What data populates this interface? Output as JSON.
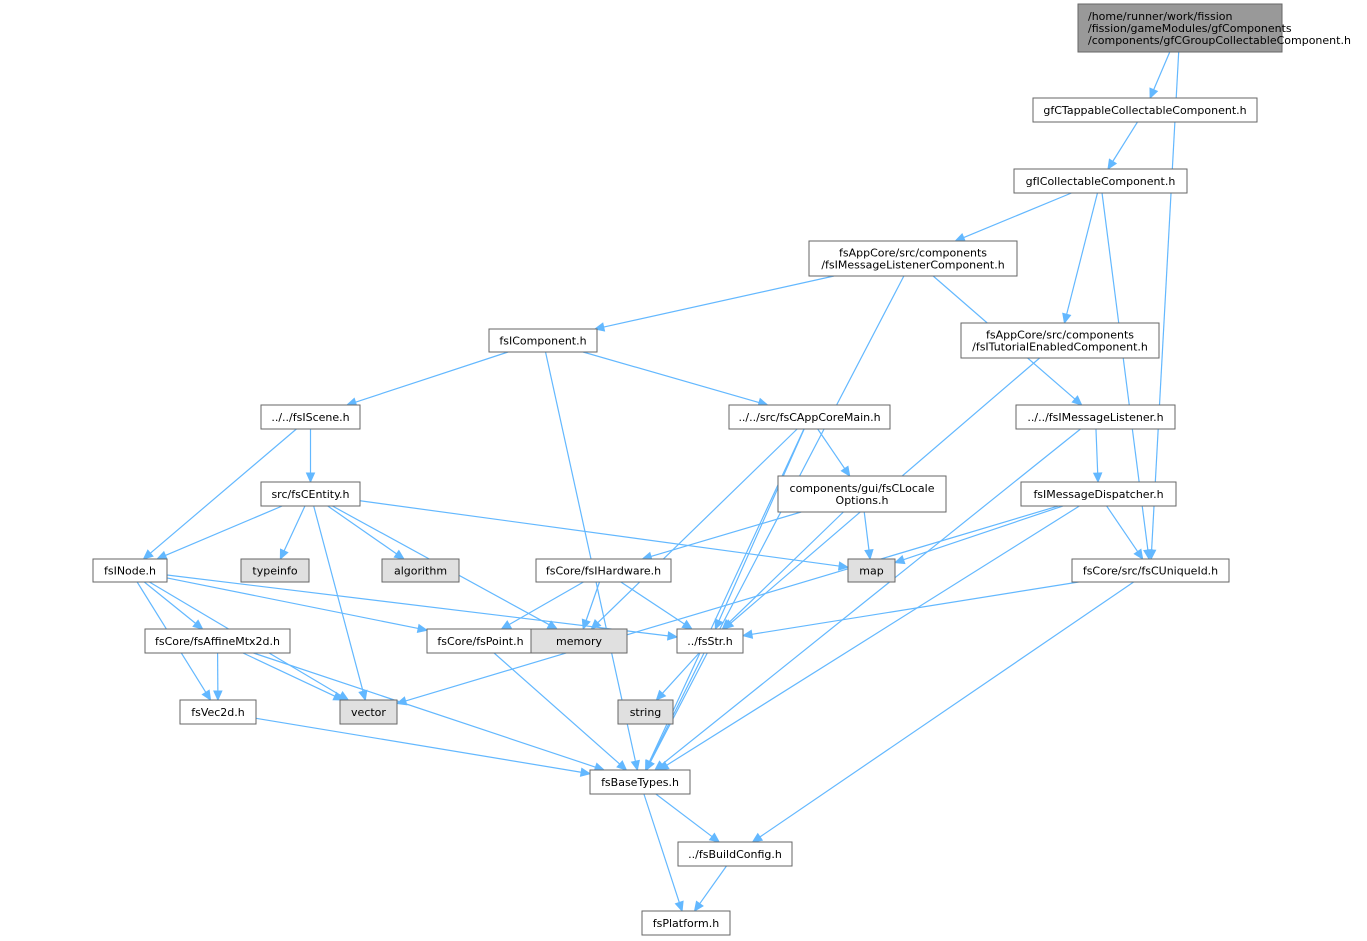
{
  "colors": {
    "edge": "#63b8ff",
    "root_fill": "#999999",
    "node_fill": "#ffffff",
    "system_fill": "#e0e0e0",
    "border": "#666666",
    "system_border": "#999999"
  },
  "nodes": [
    {
      "id": "root",
      "kind": "root",
      "lines": [
        "/home/runner/work/fission",
        "/fission/gameModules/gfComponents",
        "/components/gfCGroupCollectableComponent.h"
      ]
    },
    {
      "id": "tappable",
      "kind": "file",
      "lines": [
        "gfCTappableCollectableComponent.h"
      ]
    },
    {
      "id": "collectable",
      "kind": "file",
      "lines": [
        "gfICollectableComponent.h"
      ]
    },
    {
      "id": "msglistenercomp",
      "kind": "file",
      "lines": [
        "fsAppCore/src/components",
        "/fsIMessageListenerComponent.h"
      ]
    },
    {
      "id": "tutorial",
      "kind": "file",
      "lines": [
        "fsAppCore/src/components",
        "/fsITutorialEnabledComponent.h"
      ]
    },
    {
      "id": "component",
      "kind": "file",
      "lines": [
        "fsIComponent.h"
      ]
    },
    {
      "id": "scene",
      "kind": "file",
      "lines": [
        "../../fsIScene.h"
      ]
    },
    {
      "id": "appcoremain",
      "kind": "file",
      "lines": [
        "../../src/fsCAppCoreMain.h"
      ]
    },
    {
      "id": "msglistener",
      "kind": "file",
      "lines": [
        "../../fsIMessageListener.h"
      ]
    },
    {
      "id": "entity",
      "kind": "file",
      "lines": [
        "src/fsCEntity.h"
      ]
    },
    {
      "id": "locale",
      "kind": "file",
      "lines": [
        "components/gui/fsCLocale",
        "Options.h"
      ]
    },
    {
      "id": "dispatcher",
      "kind": "file",
      "lines": [
        "fsIMessageDispatcher.h"
      ]
    },
    {
      "id": "inode",
      "kind": "file",
      "lines": [
        "fsINode.h"
      ]
    },
    {
      "id": "typeinfo",
      "kind": "system",
      "lines": [
        "typeinfo"
      ]
    },
    {
      "id": "algorithm",
      "kind": "system",
      "lines": [
        "algorithm"
      ]
    },
    {
      "id": "hardware",
      "kind": "file",
      "lines": [
        "fsCore/fsIHardware.h"
      ]
    },
    {
      "id": "map",
      "kind": "system",
      "lines": [
        "map"
      ]
    },
    {
      "id": "uniqueid",
      "kind": "file",
      "lines": [
        "fsCore/src/fsCUniqueId.h"
      ]
    },
    {
      "id": "affine",
      "kind": "file",
      "lines": [
        "fsCore/fsAffineMtx2d.h"
      ]
    },
    {
      "id": "point",
      "kind": "file",
      "lines": [
        "fsCore/fsPoint.h"
      ]
    },
    {
      "id": "memory",
      "kind": "system",
      "lines": [
        "memory"
      ]
    },
    {
      "id": "str",
      "kind": "file",
      "lines": [
        "../fsStr.h"
      ]
    },
    {
      "id": "vec2d",
      "kind": "file",
      "lines": [
        "fsVec2d.h"
      ]
    },
    {
      "id": "vector",
      "kind": "system",
      "lines": [
        "vector"
      ]
    },
    {
      "id": "string",
      "kind": "system",
      "lines": [
        "string"
      ]
    },
    {
      "id": "basetypes",
      "kind": "file",
      "lines": [
        "fsBaseTypes.h"
      ]
    },
    {
      "id": "buildconfig",
      "kind": "file",
      "lines": [
        "../fsBuildConfig.h"
      ]
    },
    {
      "id": "platform",
      "kind": "file",
      "lines": [
        "fsPlatform.h"
      ]
    }
  ],
  "edges": [
    [
      "root",
      "tappable"
    ],
    [
      "root",
      "uniqueid"
    ],
    [
      "tappable",
      "collectable"
    ],
    [
      "collectable",
      "msglistenercomp"
    ],
    [
      "collectable",
      "tutorial"
    ],
    [
      "collectable",
      "uniqueid"
    ],
    [
      "msglistenercomp",
      "component"
    ],
    [
      "msglistenercomp",
      "msglistener"
    ],
    [
      "msglistenercomp",
      "basetypes"
    ],
    [
      "tutorial",
      "str"
    ],
    [
      "component",
      "scene"
    ],
    [
      "component",
      "appcoremain"
    ],
    [
      "component",
      "basetypes"
    ],
    [
      "scene",
      "entity"
    ],
    [
      "scene",
      "inode"
    ],
    [
      "appcoremain",
      "locale"
    ],
    [
      "appcoremain",
      "memory"
    ],
    [
      "appcoremain",
      "str"
    ],
    [
      "appcoremain",
      "basetypes"
    ],
    [
      "msglistener",
      "dispatcher"
    ],
    [
      "msglistener",
      "basetypes"
    ],
    [
      "entity",
      "inode"
    ],
    [
      "entity",
      "typeinfo"
    ],
    [
      "entity",
      "algorithm"
    ],
    [
      "entity",
      "map"
    ],
    [
      "entity",
      "memory"
    ],
    [
      "entity",
      "vector"
    ],
    [
      "locale",
      "hardware"
    ],
    [
      "locale",
      "map"
    ],
    [
      "locale",
      "str"
    ],
    [
      "dispatcher",
      "map"
    ],
    [
      "dispatcher",
      "uniqueid"
    ],
    [
      "dispatcher",
      "vector"
    ],
    [
      "dispatcher",
      "basetypes"
    ],
    [
      "inode",
      "affine"
    ],
    [
      "inode",
      "point"
    ],
    [
      "inode",
      "str"
    ],
    [
      "inode",
      "vec2d"
    ],
    [
      "inode",
      "vector"
    ],
    [
      "hardware",
      "point"
    ],
    [
      "hardware",
      "memory"
    ],
    [
      "hardware",
      "str"
    ],
    [
      "uniqueid",
      "str"
    ],
    [
      "uniqueid",
      "buildconfig"
    ],
    [
      "affine",
      "vec2d"
    ],
    [
      "affine",
      "vector"
    ],
    [
      "affine",
      "basetypes"
    ],
    [
      "point",
      "basetypes"
    ],
    [
      "str",
      "string"
    ],
    [
      "str",
      "basetypes"
    ],
    [
      "vec2d",
      "basetypes"
    ],
    [
      "basetypes",
      "buildconfig"
    ],
    [
      "basetypes",
      "platform"
    ],
    [
      "buildconfig",
      "platform"
    ]
  ]
}
